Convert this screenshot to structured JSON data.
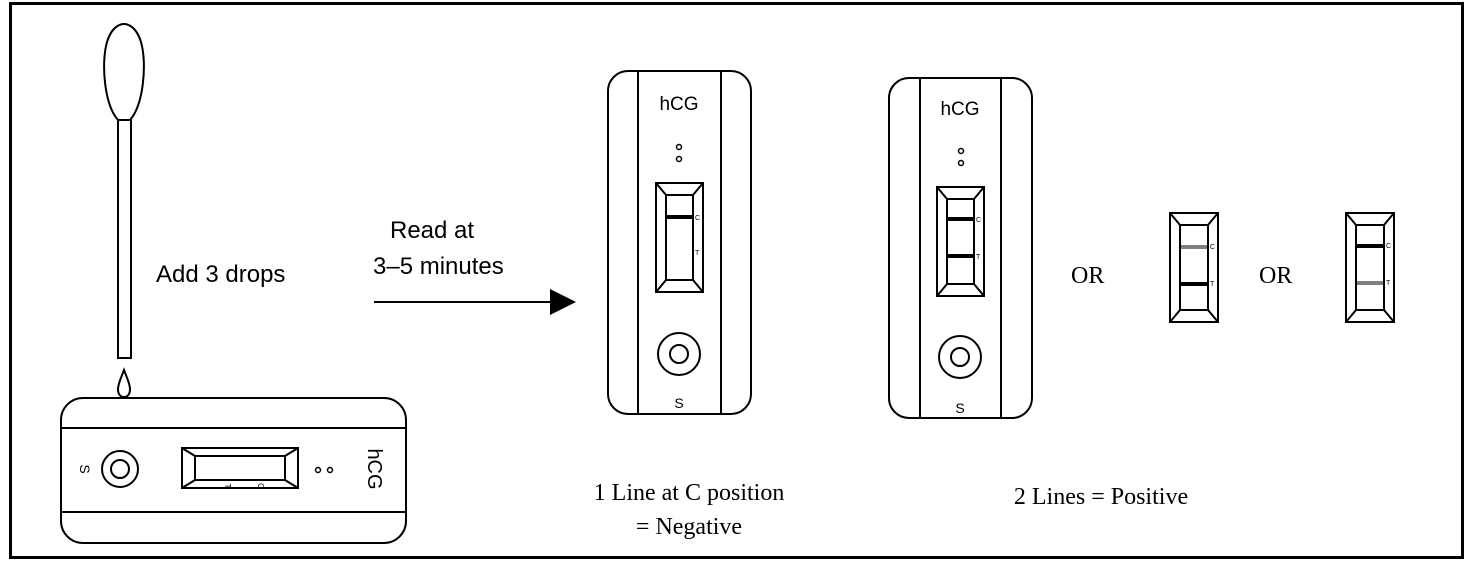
{
  "instruction": "Add 3 drops",
  "read_step": {
    "line1": "Read at",
    "line2": "3–5 minutes"
  },
  "device_labels": {
    "test_name": "hCG",
    "sample_well": "S",
    "control_mark": "C",
    "test_mark": "T"
  },
  "results": {
    "negative": {
      "line1": "1 Line at C position",
      "line2": "= Negative"
    },
    "positive": {
      "caption": "2 Lines = Positive",
      "or_1": "OR",
      "or_2": "OR"
    }
  },
  "colors": {
    "ink": "#000000",
    "faint_line": "#808080",
    "background": "#ffffff"
  }
}
